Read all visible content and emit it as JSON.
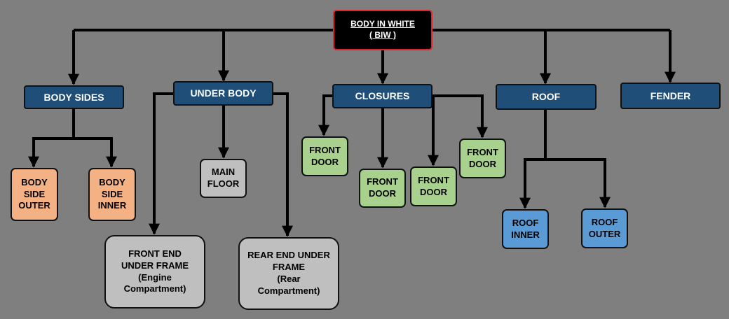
{
  "colors": {
    "background": "#7f7f7f",
    "root_fill": "#000000",
    "root_border": "#e0242c",
    "category_fill": "#1f4e79",
    "body_side_fill": "#f4b183",
    "underbody_fill": "#bfbfbf",
    "closure_fill": "#a9d18e",
    "roof_fill": "#5b9bd5",
    "connector": "#000000"
  },
  "root": {
    "line1": "BODY IN WHITE",
    "line2": "( BIW )"
  },
  "categories": {
    "body_sides": "BODY SIDES",
    "under_body": "UNDER BODY",
    "closures": "CLOSURES",
    "roof": "ROOF",
    "fender": "FENDER"
  },
  "body_sides": {
    "outer": [
      "BODY",
      "SIDE",
      "OUTER"
    ],
    "inner": [
      "BODY",
      "SIDE",
      "INNER"
    ]
  },
  "under_body": {
    "main_floor": [
      "MAIN",
      "FLOOR"
    ],
    "front_end": [
      "FRONT END",
      "UNDER FRAME",
      "(Engine",
      "Compartment)"
    ],
    "rear_end": [
      "REAR END UNDER",
      "FRAME",
      "(Rear",
      "Compartment)"
    ]
  },
  "closures": {
    "door1": [
      "FRONT",
      "DOOR"
    ],
    "door2": [
      "FRONT",
      "DOOR"
    ],
    "door3": [
      "FRONT",
      "DOOR"
    ],
    "door4": [
      "FRONT",
      "DOOR"
    ]
  },
  "roof": {
    "inner": [
      "ROOF",
      "INNER"
    ],
    "outer": [
      "ROOF",
      "OUTER"
    ]
  }
}
